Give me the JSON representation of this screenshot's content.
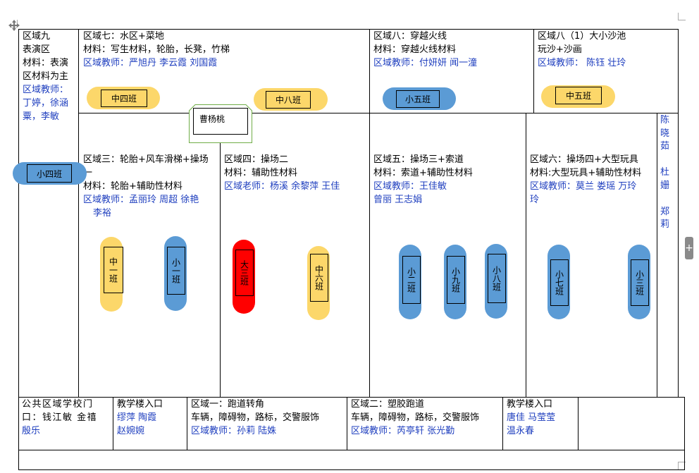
{
  "zones": {
    "z9": {
      "lines": [
        "区域九",
        "表演区",
        "材料：表演",
        "区材料为主"
      ],
      "teacher_lines": [
        "区域教师：",
        "丁婷，徐涵",
        "粟，李敏"
      ]
    },
    "z7": {
      "title": "区域七：水区+菜地",
      "material": "材料：写生材料，轮胎，长凳，竹梯",
      "teacher": "区域教师：严旭丹 李云霞 刘国霞"
    },
    "z8": {
      "title": "区域八：穿越火线",
      "material": "材料：穿越火线材料",
      "teacher": "区域教师：付妍妍  闻一潼"
    },
    "z8b": {
      "title": "区域八（1）大小沙池",
      "material": "玩沙+沙画",
      "teacher": "区域教师： 陈钰   壮玲"
    },
    "z3": {
      "title": "区域三：轮胎+风车滑梯+操场",
      "title_cont": "一",
      "material": "材料：轮胎+辅助性材料",
      "teacher": "区域教师：孟丽玲 周超 徐艳",
      "teacher_cont": "李裕"
    },
    "z4": {
      "title": "区域四：操场二",
      "material": "材料：辅助性材料",
      "teacher": "区域老师：杨溪  余黎萍 王佳"
    },
    "z5": {
      "title": "区域五：操场三+索道",
      "material": "材料：索道+辅助性材料",
      "teacher": "区域教师：王佳敏",
      "teacher_cont": "曾丽  王志娟"
    },
    "z6": {
      "title": "区域六：操场四+大型玩具",
      "material": "材料:大型玩具+辅助性材料",
      "teacher": "区域教师：莫兰  娄瑶  万玲",
      "teacher_cont": "玲"
    },
    "right_col": {
      "names": [
        "陈",
        "晓",
        "茹",
        "",
        "杜",
        "姗",
        "",
        "郑",
        "莉"
      ]
    },
    "public": {
      "line1": "公共区域学校门",
      "line2": "口：钱江敏 金禧",
      "line3": "殷乐"
    },
    "entrance1": {
      "title": "教学楼入口",
      "teacher1": "缪萍 陶霞",
      "teacher2": "赵婉婉"
    },
    "z1": {
      "title": "区域一：跑道转角",
      "material": "车辆，障碍物，路标，交警服饰",
      "teacher": "区域教师：孙莉   陆姝"
    },
    "z2": {
      "title": "区域二：塑胶跑道",
      "material": "车辆，障碍物，路标，交警服饰",
      "teacher": "区域教师：芮亭轩 张光勤"
    },
    "entrance2": {
      "title": "教学楼入口",
      "teacher1": "唐佳  马莹莹",
      "teacher2": "温永春"
    }
  },
  "classes": {
    "zhong4": "中四班",
    "zhong8": "中八班",
    "xiao5": "小五班",
    "zhong5": "中五班",
    "xiao4": "小四班",
    "cao": "曹杨桃",
    "zhong1": "中一班",
    "xiao1": "小一班",
    "da3": "大三班",
    "zhong6": "中六班",
    "xiao2": "小二班",
    "xiao9": "小九班",
    "xiao8": "小八班",
    "xiao7": "小七班",
    "xiao3": "小三班"
  },
  "colors": {
    "yellow": "#fcd76a",
    "blue": "#5b9bd5",
    "red": "#ff0000",
    "teacher_text": "#1f3fbf"
  },
  "icons": {
    "move_handle": "move-icon",
    "add_button": "plus-icon"
  }
}
